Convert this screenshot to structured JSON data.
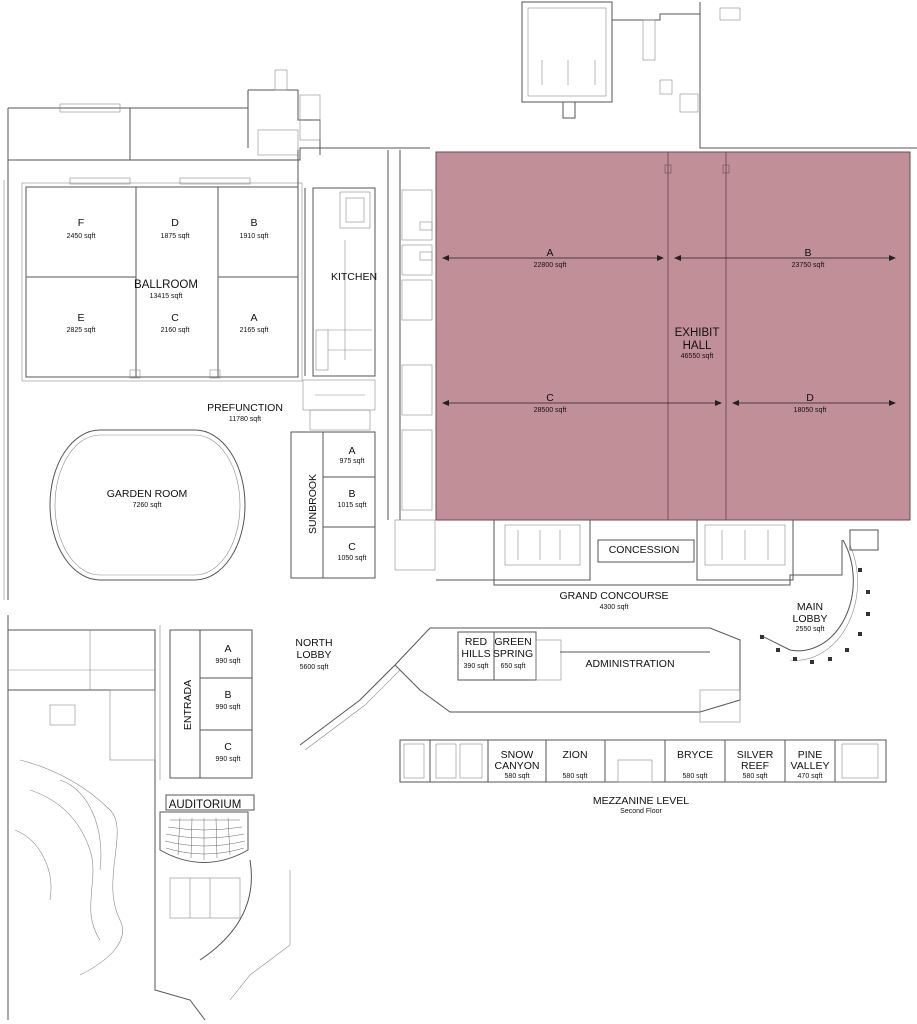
{
  "colors": {
    "exhibit_hall_fill": "#c18f98",
    "exhibit_hall_stroke": "#6e4a52",
    "wall": "#555555"
  },
  "ballroom": {
    "name": "BALLROOM",
    "area": "13415 sqft",
    "f": {
      "name": "F",
      "area": "2450 sqft"
    },
    "d": {
      "name": "D",
      "area": "1875 sqft"
    },
    "b": {
      "name": "B",
      "area": "1910 sqft"
    },
    "e": {
      "name": "E",
      "area": "2825 sqft"
    },
    "c": {
      "name": "C",
      "area": "2160 sqft"
    },
    "a": {
      "name": "A",
      "area": "2165 sqft"
    }
  },
  "kitchen": {
    "name": "KITCHEN"
  },
  "exhibit_hall": {
    "name_line1": "EXHIBIT",
    "name_line2": "HALL",
    "area": "46550 sqft",
    "a": {
      "name": "A",
      "area": "22800 sqft"
    },
    "b": {
      "name": "B",
      "area": "23750 sqft"
    },
    "c": {
      "name": "C",
      "area": "28500 sqft"
    },
    "d": {
      "name": "D",
      "area": "18050 sqft"
    }
  },
  "prefunction": {
    "name": "PREFUNCTION",
    "area": "11780 sqft"
  },
  "garden_room": {
    "name": "GARDEN  ROOM",
    "area": "7260 sqft"
  },
  "sunbrook": {
    "name": "SUNBROOK",
    "a": {
      "name": "A",
      "area": "975 sqft"
    },
    "b": {
      "name": "B",
      "area": "1015 sqft"
    },
    "c": {
      "name": "C",
      "area": "1050 sqft"
    }
  },
  "concession": {
    "name": "CONCESSION"
  },
  "grand_concourse": {
    "name": "GRAND CONCOURSE",
    "area": "4300 sqft"
  },
  "main_lobby": {
    "name_line1": "MAIN",
    "name_line2": "LOBBY",
    "area": "2550 sqft"
  },
  "north_lobby": {
    "name_line1": "NORTH",
    "name_line2": "LOBBY",
    "area": "5600 sqft"
  },
  "red_hills": {
    "name_line1": "RED",
    "name_line2": "HILLS",
    "area": "390 sqft"
  },
  "green_spring": {
    "name_line1": "GREEN",
    "name_line2": "SPRING",
    "area": "650 sqft"
  },
  "administration": {
    "name": "ADMINISTRATION"
  },
  "entrada": {
    "name": "ENTRADA",
    "a": {
      "name": "A",
      "area": "990 sqft"
    },
    "b": {
      "name": "B",
      "area": "990 sqft"
    },
    "c": {
      "name": "C",
      "area": "990 sqft"
    }
  },
  "auditorium": {
    "name": "AUDITORIUM"
  },
  "mezzanine": {
    "title": "MEZZANINE LEVEL",
    "subtitle": "Second Floor",
    "snow_canyon": {
      "name_line1": "SNOW",
      "name_line2": "CANYON",
      "area": "580 sqft"
    },
    "zion": {
      "name": "ZION",
      "area": "580 sqft"
    },
    "bryce": {
      "name": "BRYCE",
      "area": "580 sqft"
    },
    "silver_reef": {
      "name_line1": "SILVER",
      "name_line2": "REEF",
      "area": "580 sqft"
    },
    "pine_valley": {
      "name_line1": "PINE",
      "name_line2": "VALLEY",
      "area": "470 sqft"
    }
  }
}
